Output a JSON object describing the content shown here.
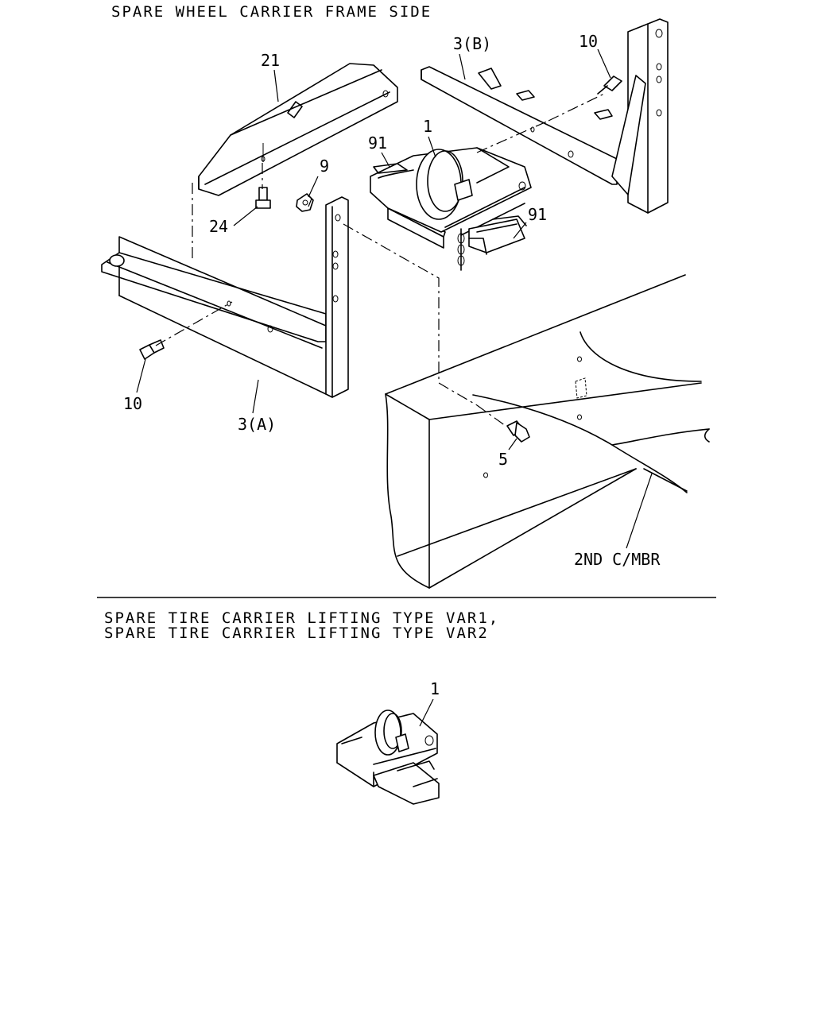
{
  "header_top": "SPARE WHEEL CARRIER FRAME SIDE",
  "header_bottom_line1": "SPARE TIRE CARRIER LIFTING TYPE VAR1,",
  "header_bottom_line2": "SPARE TIRE CARRIER LIFTING TYPE VAR2",
  "callouts": {
    "c21": "21",
    "c3b": "3(B)",
    "c10_top": "10",
    "c1": "1",
    "c91_left": "91",
    "c9": "9",
    "c24": "24",
    "c91_right": "91",
    "c10_bottom": "10",
    "c3a": "3(A)",
    "c5": "5",
    "c2nd": "2ND C/MBR",
    "c1_bottom": "1"
  }
}
